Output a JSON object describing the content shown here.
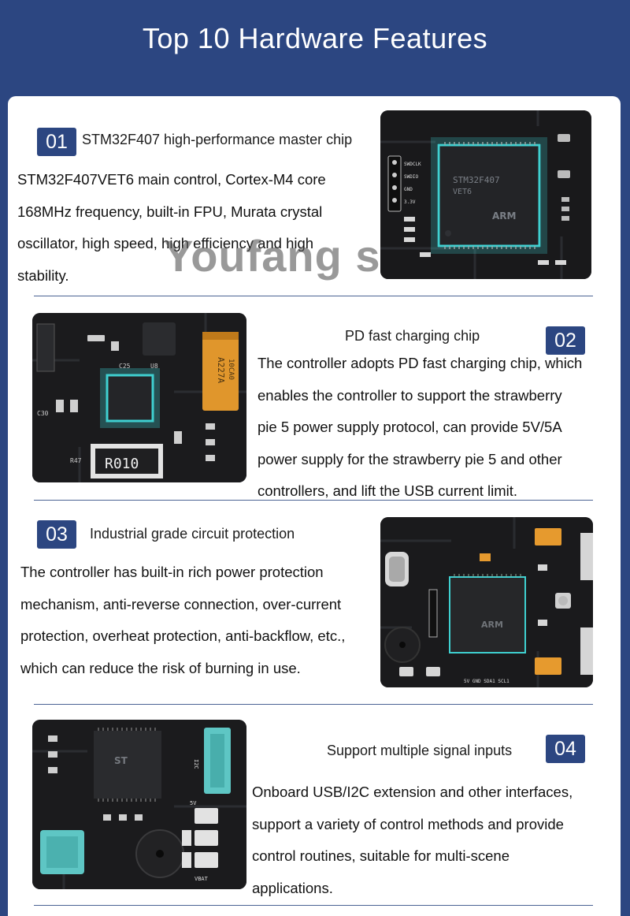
{
  "header": {
    "title": "Top 10 Hardware Features"
  },
  "watermark": "Youfang s",
  "features": [
    {
      "number": "01",
      "title": "STM32F407 high-performance master chip",
      "lines": [
        "STM32F407VET6 main control, Cortex-M4 core",
        "168MHz frequency, built-in FPU, Murata crystal",
        "oscillator, high speed, high efficiency and high",
        "stability."
      ],
      "board_labels": [
        "SWDCLK",
        "SWDIO",
        "GND",
        "3.3V",
        "STM32F407",
        "VET6",
        "ARM"
      ]
    },
    {
      "number": "02",
      "title": "PD fast charging chip",
      "lines": [
        "The controller adopts PD fast charging chip, which",
        "enables the controller to support the strawberry",
        "pie 5 power supply protocol, can provide 5V/5A",
        "power supply for the strawberry pie 5 and other",
        "controllers, and lift the USB current limit."
      ],
      "board_labels": [
        "R010",
        "A227A",
        "10CA0",
        "U8",
        "C25",
        "R47",
        "C30"
      ]
    },
    {
      "number": "03",
      "title": "Industrial grade circuit protection",
      "lines": [
        "The controller has built-in rich power protection",
        "mechanism, anti-reverse connection, over-current",
        "protection, overheat protection, anti-backflow, etc.,",
        "which can reduce the risk of burning in use."
      ],
      "board_labels": [
        "ARM",
        "5V GND SDA1 SCL1"
      ]
    },
    {
      "number": "04",
      "title": "Support multiple signal inputs",
      "lines": [
        "Onboard USB/I2C extension and other interfaces,",
        "support a variety of control methods and provide",
        "control routines, suitable for multi-scene",
        "applications."
      ],
      "board_labels": [
        "ST",
        "5V",
        "VBAT",
        "I2C"
      ]
    }
  ],
  "colors": {
    "brand": "#2c4681",
    "chip_glow": "#3fd0d0",
    "usb_c": "#58c8c8",
    "capacitor": "#e69a2e"
  }
}
